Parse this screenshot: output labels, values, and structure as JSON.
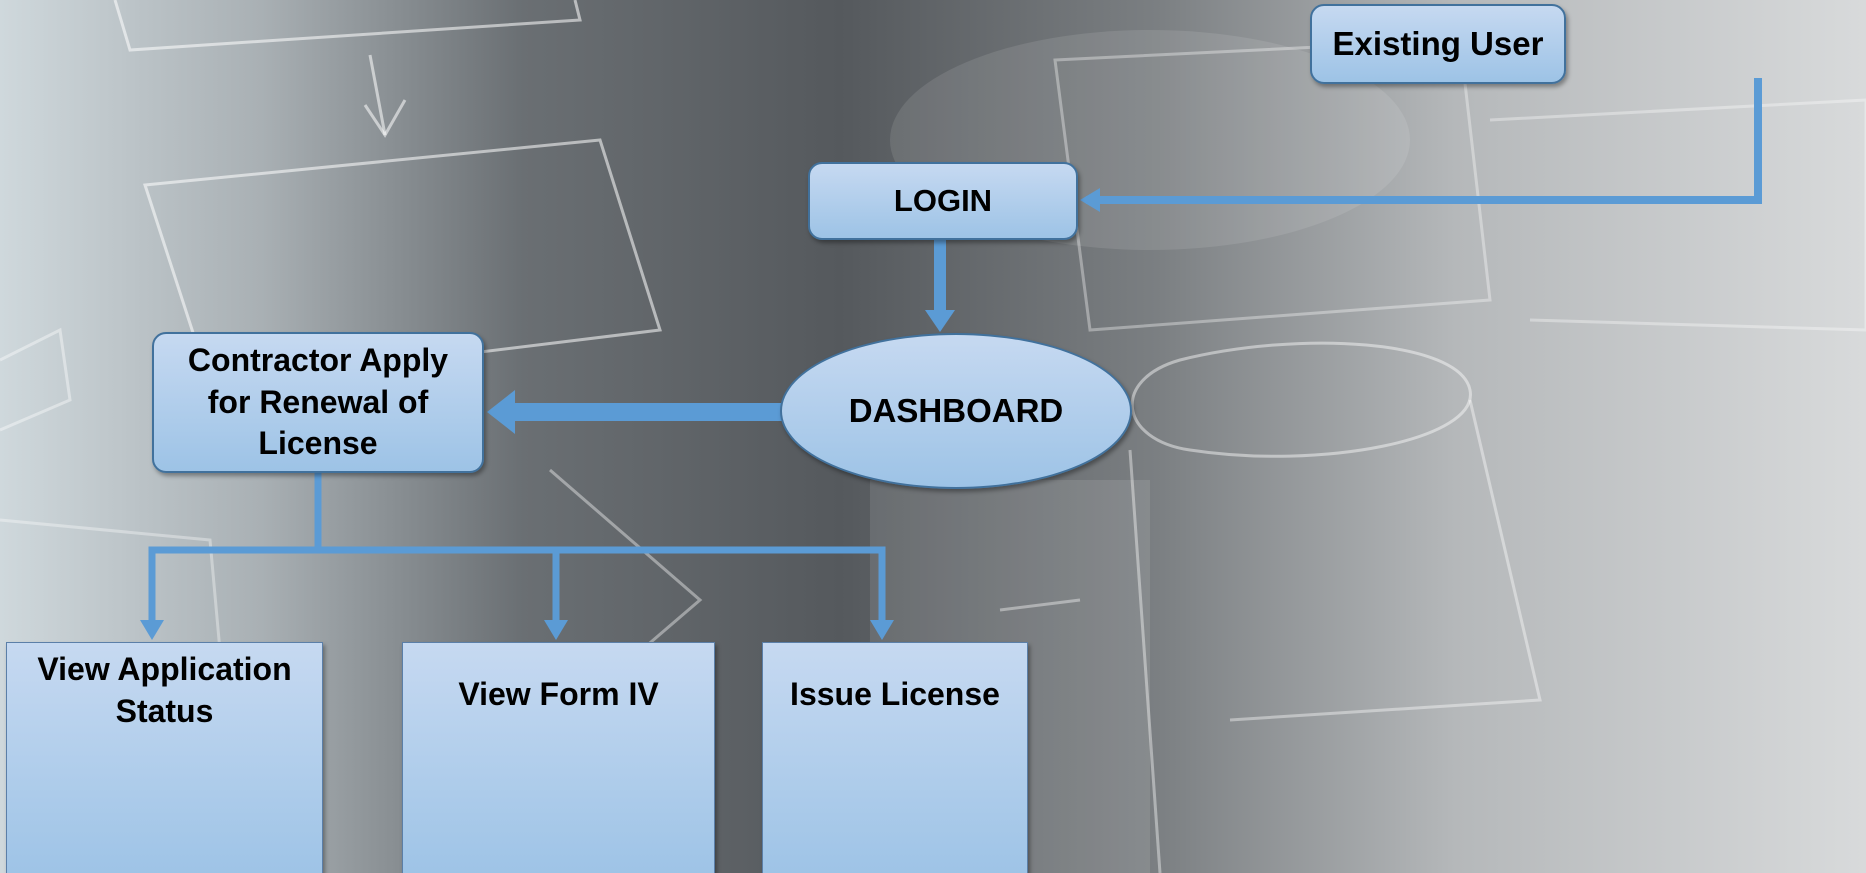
{
  "diagram": {
    "nodes": {
      "existing_user": "Existing User",
      "login": "LOGIN",
      "dashboard": "DASHBOARD",
      "contractor_apply": "Contractor Apply for Renewal of License",
      "view_application_status": "View Application Status",
      "view_form_iv": "View Form IV",
      "issue_license": "Issue License"
    },
    "edges": [
      {
        "from": "existing_user",
        "to": "login"
      },
      {
        "from": "login",
        "to": "dashboard"
      },
      {
        "from": "dashboard",
        "to": "contractor_apply"
      },
      {
        "from": "contractor_apply",
        "to": "view_application_status"
      },
      {
        "from": "contractor_apply",
        "to": "view_form_iv"
      },
      {
        "from": "contractor_apply",
        "to": "issue_license"
      }
    ],
    "colors": {
      "node_fill_top": "#c6d9f1",
      "node_fill_bottom": "#9dc3e6",
      "node_border": "#41719c",
      "connector": "#5b9bd5"
    }
  }
}
